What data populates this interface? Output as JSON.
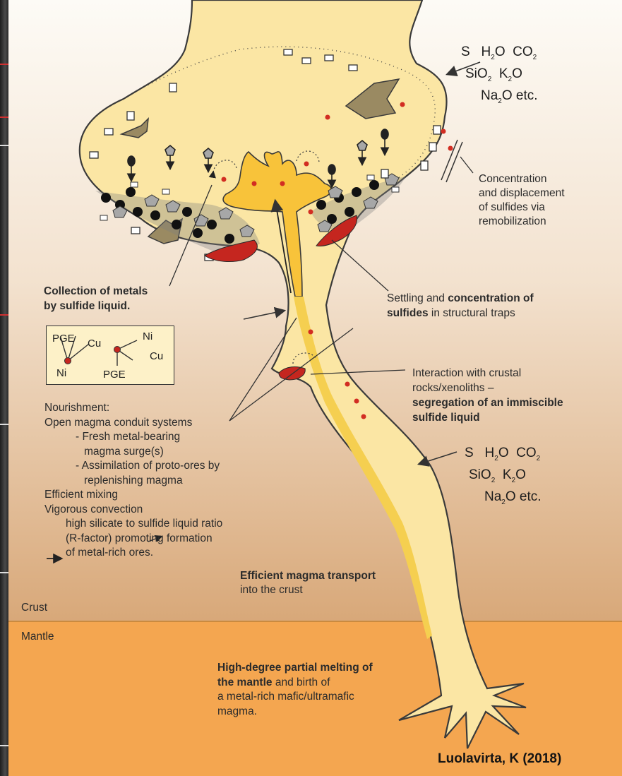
{
  "figure": {
    "colors": {
      "crust_top": "#fdfbf6",
      "crust_bottom": "#d8a879",
      "mantle": "#f4a650",
      "magma": "#fbe6a4",
      "magma_core": "#f8c33a",
      "sulfide": "#c5261f",
      "xenolith": "#9a8a62",
      "frame_strip": "#2e2e2e"
    },
    "zones": {
      "crust": "Crust",
      "mantle": "Mantle"
    },
    "chem_top": {
      "line1": [
        "S",
        "H",
        "O",
        "CO"
      ],
      "line2": [
        "SiO",
        "K",
        "O"
      ],
      "line3": [
        "Na",
        "O etc."
      ],
      "subs": {
        "h2o": "2",
        "co2": "2",
        "sio2": "2",
        "k2o": "2",
        "na2o": "2"
      }
    },
    "chem_mid": {
      "line1": [
        "S",
        "H",
        "O",
        "CO"
      ],
      "line2": [
        "SiO",
        "K",
        "O"
      ],
      "line3": [
        "Na",
        "O etc."
      ],
      "subs": {
        "h2o": "2",
        "co2": "2",
        "sio2": "2",
        "k2o": "2",
        "na2o": "2"
      }
    },
    "labels": {
      "remobilization": [
        "Concentration",
        "and displacement",
        "of sulfides via",
        "remobilization"
      ],
      "collection": [
        "Collection of metals",
        "by sulfide liquid."
      ],
      "settling": {
        "line1_normal": "Settling and ",
        "line1_bold": "concentration of",
        "line2_bold": "sulfides",
        "line2_normal": " in structural traps"
      },
      "interaction": {
        "line1": "Interaction with crustal",
        "line2": "rocks/xenoliths –",
        "line3_bold": "segregation of an immiscible",
        "line4_bold": "sulfide liquid"
      },
      "nourishment": {
        "heading": "Nourishment:",
        "line1": "Open magma conduit systems",
        "line2": "- Fresh metal-bearing",
        "line3": "magma surge(s)",
        "line4": "- Assimilation of proto-ores by",
        "line5": "replenishing magma",
        "line6": "Efficient mixing",
        "line7": "Vigorous convection",
        "line8": "high silicate to sulfide liquid ratio",
        "line9": "(R-factor) promoting formation",
        "line10": "of metal-rich ores."
      },
      "transport": {
        "bold": "Efficient magma transport",
        "normal": "into the crust"
      },
      "melting": {
        "line1_bold": "High-degree partial melting of",
        "line2_bold": "the mantle",
        "line2_normal": " and birth of",
        "line3": "a metal-rich mafic/ultramafic",
        "line4": "magma."
      }
    },
    "metal_box": {
      "left_pge": "PGE",
      "left_cu": "Cu",
      "left_ni": "Ni",
      "right_ni": "Ni",
      "right_cu": "Cu",
      "right_pge": "PGE"
    },
    "credit": "Luolavirta, K (2018)"
  }
}
